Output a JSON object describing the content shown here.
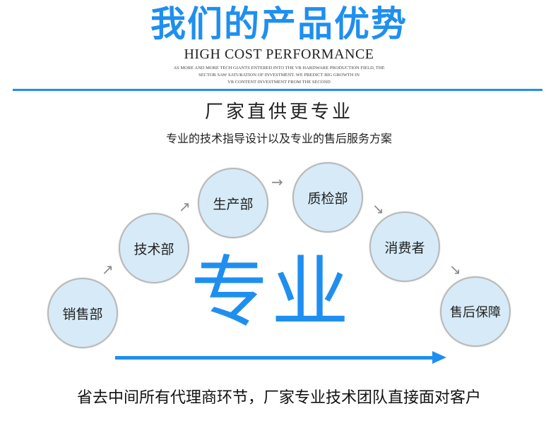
{
  "header": {
    "title_cn": "我们的产品优势",
    "title_en": "HIGH COST PERFORMANCE",
    "description_lines": [
      "AS MORE AND MORE TECH GIANTS ENTERED INTO THE VR HARDWARE PRODUCTION FIELD, THE",
      "SECTOR SAW SATURATION OF INVESTMENT. WE PREDICT BIG GROWTH IN",
      "VR CONTENT INVESTMENT FROM THE SECOND"
    ]
  },
  "section": {
    "heading": "厂家直供更专业",
    "subheading": "专业的技术指导设计以及专业的售后服务方案"
  },
  "flow": {
    "steps": [
      "销售部",
      "技术部",
      "生产部",
      "质检部",
      "消费者",
      "售后保障"
    ],
    "arrows": [
      "↗",
      "↗",
      "→",
      "↘",
      "↘"
    ],
    "center_text": "专业"
  },
  "footer": {
    "text": "省去中间所有代理商环节，厂家专业技术团队直接面对客户"
  },
  "colors": {
    "accent": "#1f8fef",
    "circle_fill": "#d6eaf7",
    "circle_border": "#b8b8b8"
  }
}
